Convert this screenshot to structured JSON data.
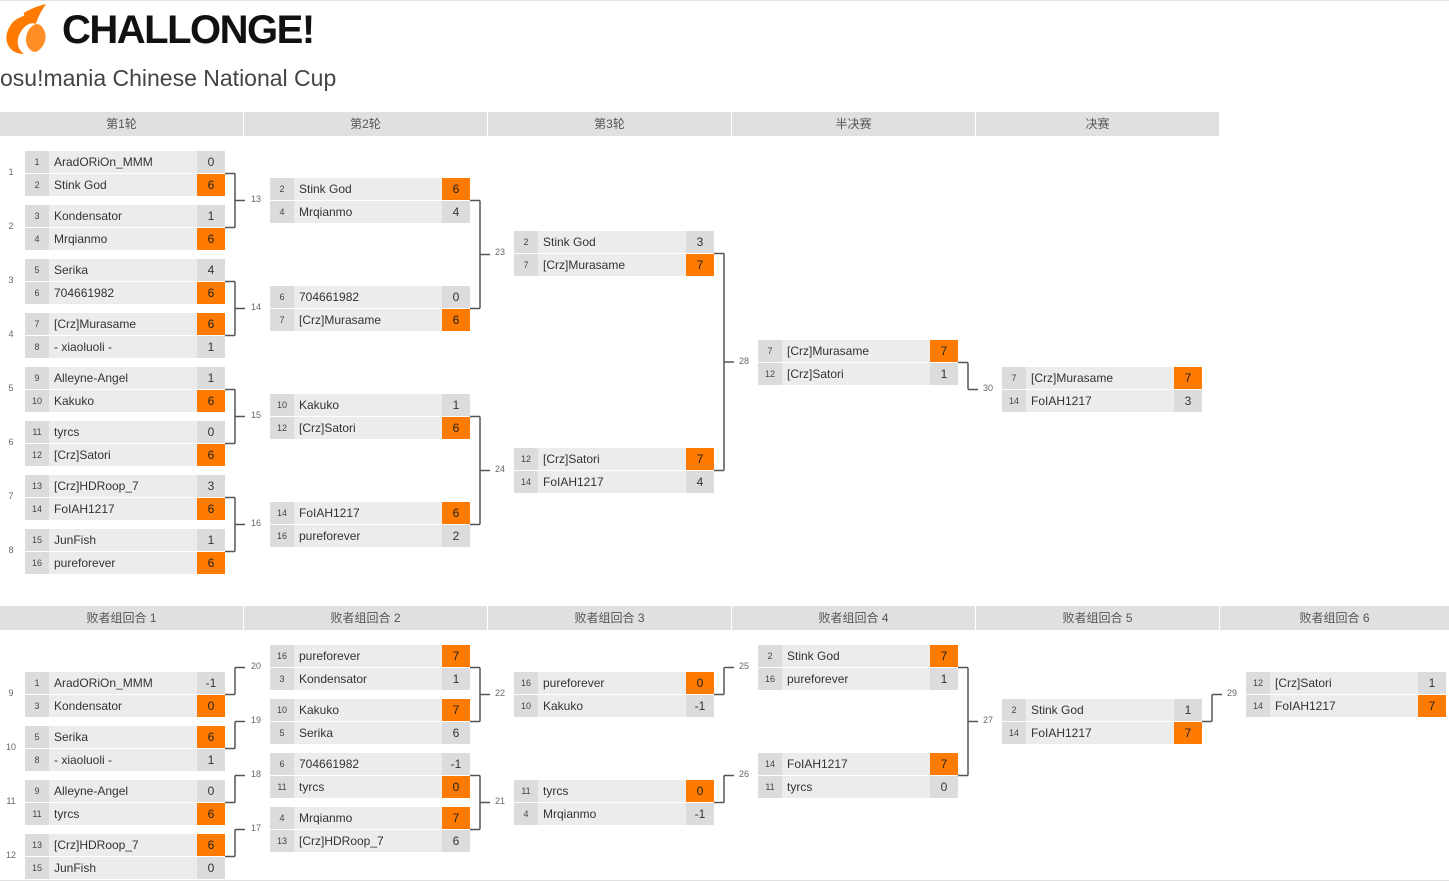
{
  "brand": {
    "name": "CHALLONGE!",
    "accent": "#ff7a00"
  },
  "tournament": {
    "title": "osu!mania Chinese National Cup"
  },
  "winners_rounds": [
    "第1轮",
    "第2轮",
    "第3轮",
    "半决赛",
    "决赛"
  ],
  "losers_rounds": [
    "败者组回合 1",
    "败者组回合 2",
    "败者组回合 3",
    "败者组回合 4",
    "败者组回合 5",
    "败者组回合 6"
  ],
  "colors": {
    "win_score": "#ff7a00",
    "row_bg": "#ececec",
    "seed_bg": "#dcdcdc",
    "header_bg": "#e0e0e0"
  },
  "winners_matches": [
    {
      "id": "1",
      "round": 0,
      "p": [
        {
          "seed": "1",
          "name": "AradORiOn_MMM",
          "score": "0",
          "win": false
        },
        {
          "seed": "2",
          "name": "Stink God",
          "score": "6",
          "win": true
        }
      ]
    },
    {
      "id": "2",
      "round": 0,
      "p": [
        {
          "seed": "3",
          "name": "Kondensator",
          "score": "1",
          "win": false
        },
        {
          "seed": "4",
          "name": "Mrqianmo",
          "score": "6",
          "win": true
        }
      ]
    },
    {
      "id": "3",
      "round": 0,
      "p": [
        {
          "seed": "5",
          "name": "Serika",
          "score": "4",
          "win": false
        },
        {
          "seed": "6",
          "name": "704661982",
          "score": "6",
          "win": true
        }
      ]
    },
    {
      "id": "4",
      "round": 0,
      "p": [
        {
          "seed": "7",
          "name": "[Crz]Murasame",
          "score": "6",
          "win": true
        },
        {
          "seed": "8",
          "name": "- xiaoluoli -",
          "score": "1",
          "win": false
        }
      ]
    },
    {
      "id": "5",
      "round": 0,
      "p": [
        {
          "seed": "9",
          "name": "Alleyne-Angel",
          "score": "1",
          "win": false
        },
        {
          "seed": "10",
          "name": "Kakuko",
          "score": "6",
          "win": true
        }
      ]
    },
    {
      "id": "6",
      "round": 0,
      "p": [
        {
          "seed": "11",
          "name": "tyrcs",
          "score": "0",
          "win": false
        },
        {
          "seed": "12",
          "name": "[Crz]Satori",
          "score": "6",
          "win": true
        }
      ]
    },
    {
      "id": "7",
      "round": 0,
      "p": [
        {
          "seed": "13",
          "name": "[Crz]HDRoop_7",
          "score": "3",
          "win": false
        },
        {
          "seed": "14",
          "name": "FoIAH1217",
          "score": "6",
          "win": true
        }
      ]
    },
    {
      "id": "8",
      "round": 0,
      "p": [
        {
          "seed": "15",
          "name": "JunFish",
          "score": "1",
          "win": false
        },
        {
          "seed": "16",
          "name": "pureforever",
          "score": "6",
          "win": true
        }
      ]
    },
    {
      "id": "13",
      "round": 1,
      "p": [
        {
          "seed": "2",
          "name": "Stink God",
          "score": "6",
          "win": true
        },
        {
          "seed": "4",
          "name": "Mrqianmo",
          "score": "4",
          "win": false
        }
      ]
    },
    {
      "id": "14",
      "round": 1,
      "p": [
        {
          "seed": "6",
          "name": "704661982",
          "score": "0",
          "win": false
        },
        {
          "seed": "7",
          "name": "[Crz]Murasame",
          "score": "6",
          "win": true
        }
      ]
    },
    {
      "id": "15",
      "round": 1,
      "p": [
        {
          "seed": "10",
          "name": "Kakuko",
          "score": "1",
          "win": false
        },
        {
          "seed": "12",
          "name": "[Crz]Satori",
          "score": "6",
          "win": true
        }
      ]
    },
    {
      "id": "16",
      "round": 1,
      "p": [
        {
          "seed": "14",
          "name": "FoIAH1217",
          "score": "6",
          "win": true
        },
        {
          "seed": "16",
          "name": "pureforever",
          "score": "2",
          "win": false
        }
      ]
    },
    {
      "id": "23",
      "round": 2,
      "p": [
        {
          "seed": "2",
          "name": "Stink God",
          "score": "3",
          "win": false
        },
        {
          "seed": "7",
          "name": "[Crz]Murasame",
          "score": "7",
          "win": true
        }
      ]
    },
    {
      "id": "24",
      "round": 2,
      "p": [
        {
          "seed": "12",
          "name": "[Crz]Satori",
          "score": "7",
          "win": true
        },
        {
          "seed": "14",
          "name": "FoIAH1217",
          "score": "4",
          "win": false
        }
      ]
    },
    {
      "id": "28",
      "round": 3,
      "p": [
        {
          "seed": "7",
          "name": "[Crz]Murasame",
          "score": "7",
          "win": true
        },
        {
          "seed": "12",
          "name": "[Crz]Satori",
          "score": "1",
          "win": false
        }
      ]
    },
    {
      "id": "30",
      "round": 4,
      "p": [
        {
          "seed": "7",
          "name": "[Crz]Murasame",
          "score": "7",
          "win": true
        },
        {
          "seed": "14",
          "name": "FoIAH1217",
          "score": "3",
          "win": false
        }
      ]
    }
  ],
  "losers_matches": [
    {
      "id": "9",
      "round": 0,
      "p": [
        {
          "seed": "1",
          "name": "AradORiOn_MMM",
          "score": "-1",
          "win": false
        },
        {
          "seed": "3",
          "name": "Kondensator",
          "score": "0",
          "win": true
        }
      ]
    },
    {
      "id": "10",
      "round": 0,
      "p": [
        {
          "seed": "5",
          "name": "Serika",
          "score": "6",
          "win": true
        },
        {
          "seed": "8",
          "name": "- xiaoluoli -",
          "score": "1",
          "win": false
        }
      ]
    },
    {
      "id": "11",
      "round": 0,
      "p": [
        {
          "seed": "9",
          "name": "Alleyne-Angel",
          "score": "0",
          "win": false
        },
        {
          "seed": "11",
          "name": "tyrcs",
          "score": "6",
          "win": true
        }
      ]
    },
    {
      "id": "12",
      "round": 0,
      "p": [
        {
          "seed": "13",
          "name": "[Crz]HDRoop_7",
          "score": "6",
          "win": true
        },
        {
          "seed": "15",
          "name": "JunFish",
          "score": "0",
          "win": false
        }
      ]
    },
    {
      "id": "20",
      "round": 1,
      "p": [
        {
          "seed": "16",
          "name": "pureforever",
          "score": "7",
          "win": true
        },
        {
          "seed": "3",
          "name": "Kondensator",
          "score": "1",
          "win": false
        }
      ]
    },
    {
      "id": "19",
      "round": 1,
      "p": [
        {
          "seed": "10",
          "name": "Kakuko",
          "score": "7",
          "win": true
        },
        {
          "seed": "5",
          "name": "Serika",
          "score": "6",
          "win": false
        }
      ]
    },
    {
      "id": "18",
      "round": 1,
      "p": [
        {
          "seed": "6",
          "name": "704661982",
          "score": "-1",
          "win": false
        },
        {
          "seed": "11",
          "name": "tyrcs",
          "score": "0",
          "win": true
        }
      ]
    },
    {
      "id": "17",
      "round": 1,
      "p": [
        {
          "seed": "4",
          "name": "Mrqianmo",
          "score": "7",
          "win": true
        },
        {
          "seed": "13",
          "name": "[Crz]HDRoop_7",
          "score": "6",
          "win": false
        }
      ]
    },
    {
      "id": "22",
      "round": 2,
      "p": [
        {
          "seed": "16",
          "name": "pureforever",
          "score": "0",
          "win": true
        },
        {
          "seed": "10",
          "name": "Kakuko",
          "score": "-1",
          "win": false
        }
      ]
    },
    {
      "id": "21",
      "round": 2,
      "p": [
        {
          "seed": "11",
          "name": "tyrcs",
          "score": "0",
          "win": true
        },
        {
          "seed": "4",
          "name": "Mrqianmo",
          "score": "-1",
          "win": false
        }
      ]
    },
    {
      "id": "25",
      "round": 3,
      "p": [
        {
          "seed": "2",
          "name": "Stink God",
          "score": "7",
          "win": true
        },
        {
          "seed": "16",
          "name": "pureforever",
          "score": "1",
          "win": false
        }
      ]
    },
    {
      "id": "26",
      "round": 3,
      "p": [
        {
          "seed": "14",
          "name": "FoIAH1217",
          "score": "7",
          "win": true
        },
        {
          "seed": "11",
          "name": "tyrcs",
          "score": "0",
          "win": false
        }
      ]
    },
    {
      "id": "27",
      "round": 4,
      "p": [
        {
          "seed": "2",
          "name": "Stink God",
          "score": "1",
          "win": false
        },
        {
          "seed": "14",
          "name": "FoIAH1217",
          "score": "7",
          "win": true
        }
      ]
    },
    {
      "id": "29",
      "round": 5,
      "p": [
        {
          "seed": "12",
          "name": "[Crz]Satori",
          "score": "1",
          "win": false
        },
        {
          "seed": "14",
          "name": "FoIAH1217",
          "score": "7",
          "win": true
        }
      ]
    }
  ]
}
